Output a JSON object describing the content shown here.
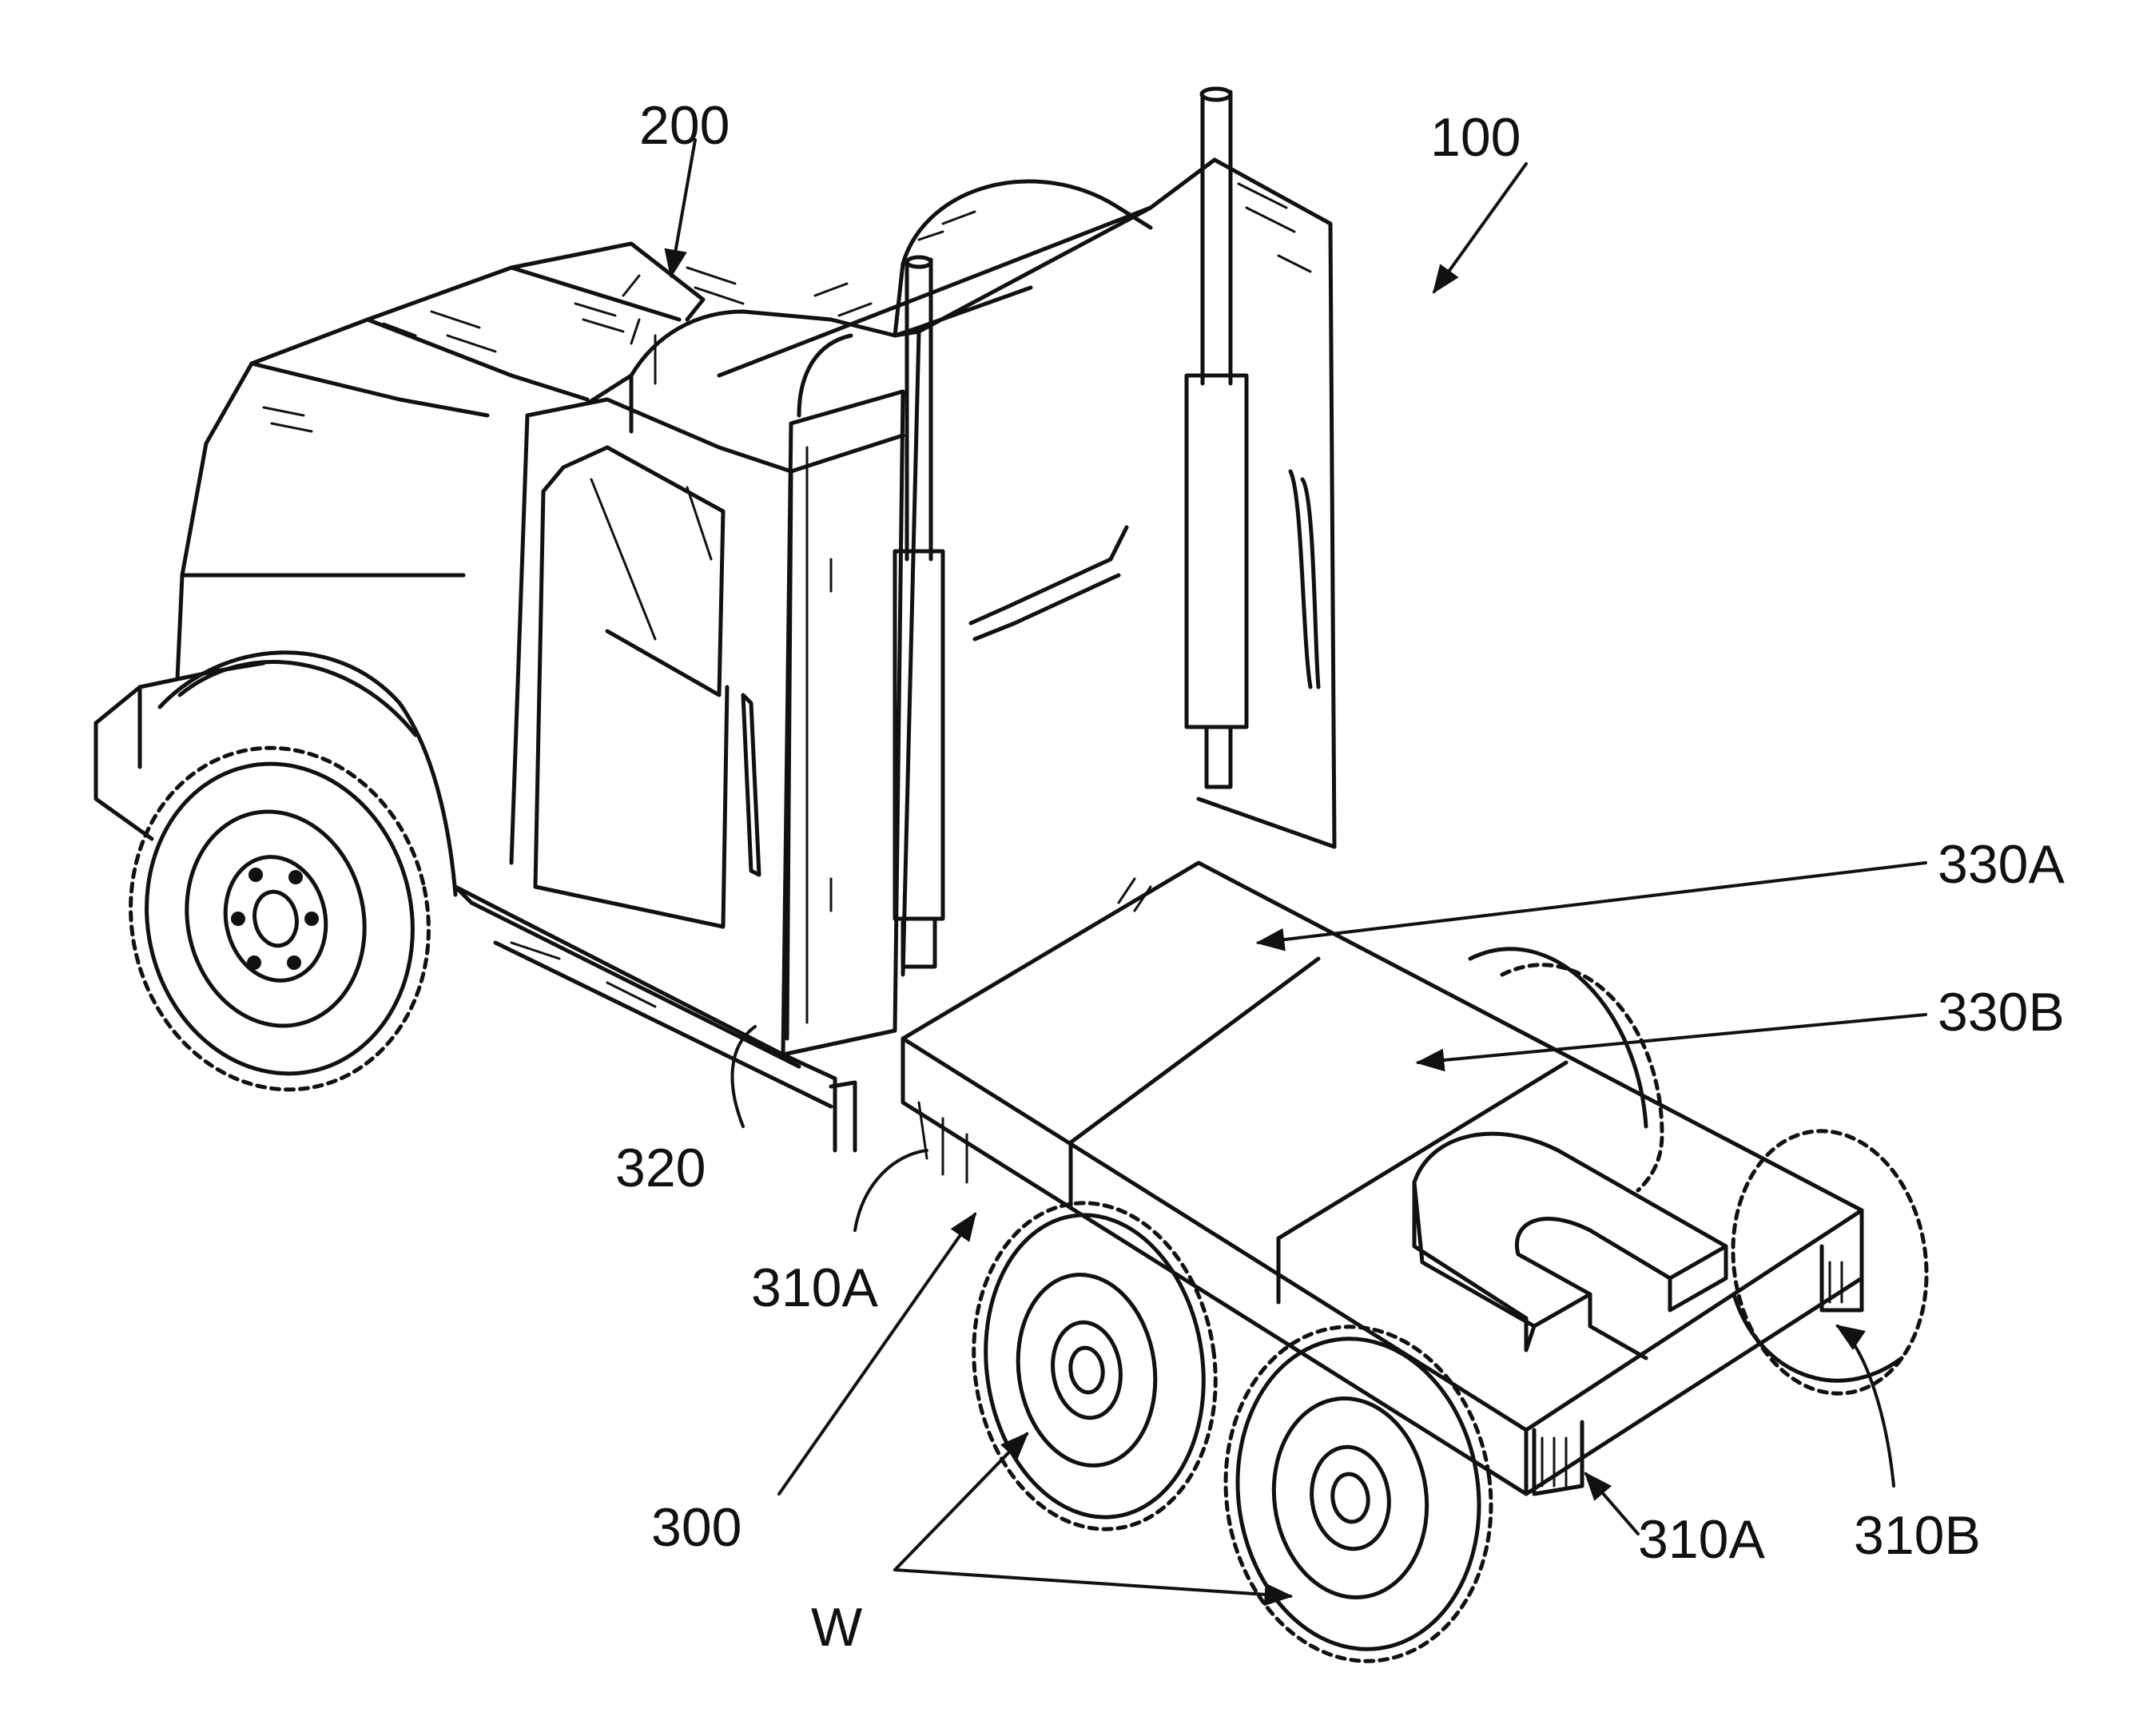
{
  "labels": {
    "truck": "100",
    "cab": "200",
    "chassis": "300",
    "rail_front": "310A",
    "rail_rear_left": "310A",
    "rail_rear_right": "310B",
    "deck_step": "320",
    "deck_panel_a": "330A",
    "deck_panel_b": "330B",
    "wheels": "W"
  }
}
